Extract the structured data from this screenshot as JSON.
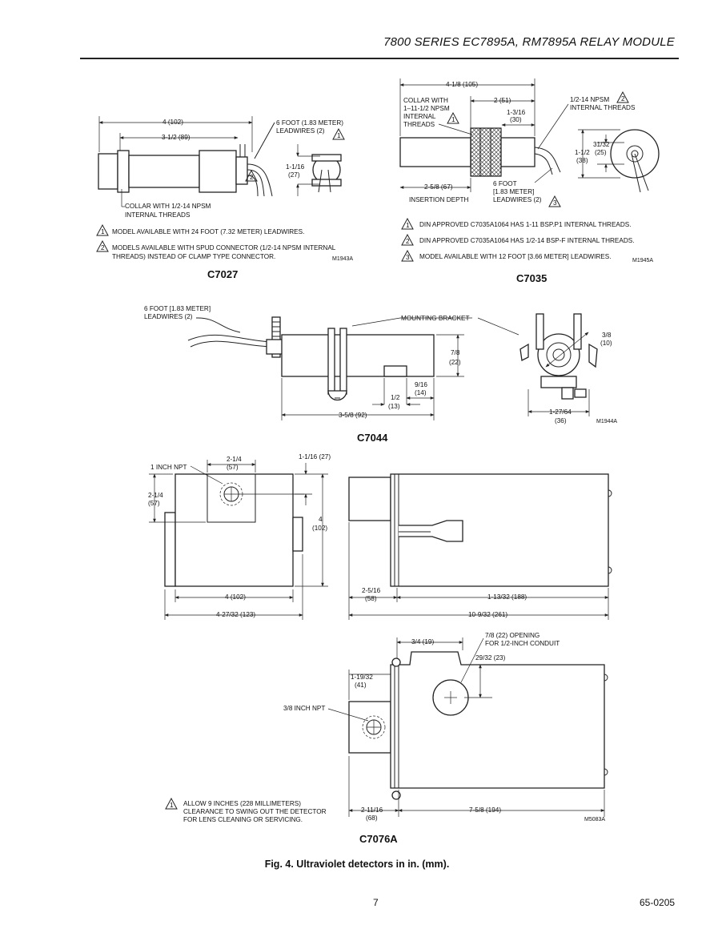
{
  "header": {
    "title": "7800 SERIES EC7895A, RM7895A RELAY MODULE"
  },
  "c7027": {
    "label": "C7027",
    "dim_4": "4 (102)",
    "dim_3_1_2": "3-1/2 (89)",
    "leadwires_1": "6 FOOT (1.83 METER)",
    "leadwires_2": "LEADWIRES (2)",
    "dim_1_1_16": "1-1/16",
    "dim_27": "(27)",
    "collar_1": "COLLAR WITH 1/2-14 NPSM",
    "collar_2": "INTERNAL THREADS",
    "note1": "MODEL AVAILABLE WITH 24 FOOT (7.32 METER) LEADWIRES.",
    "note2_1": "MODELS AVAILABLE WITH SPUD CONNECTOR (1/2-14 NPSM INTERNAL",
    "note2_2": "THREADS) INSTEAD OF CLAMP TYPE CONNECTOR.",
    "code": "M1943A"
  },
  "c7035": {
    "label": "C7035",
    "dim_4_1_8": "4-1/8 (105)",
    "dim_2": "2 (51)",
    "dim_1_3_16": "1-3/16",
    "dim_30": "(30)",
    "collar_1": "COLLAR WITH",
    "collar_2": "1–11-1/2 NPSM",
    "collar_3": "INTERNAL",
    "collar_4": "THREADS",
    "npsm_1": "1/2-14 NPSM",
    "npsm_2": "INTERNAL THREADS",
    "dim_31_32": "31/32",
    "dim_25": "(25)",
    "dim_1_1_2": "1-1/2",
    "dim_38": "(38)",
    "dim_2_5_8": "2-5/8 (67)",
    "insertion": "INSERTION DEPTH",
    "foot_1": "6 FOOT",
    "foot_2": "[1.83 METER]",
    "foot_3": "LEADWIRES (2)",
    "note1": "DIN APPROVED C7035A1064 HAS 1-11 BSP.P1 INTERNAL THREADS.",
    "note2": "DIN APPROVED C7035A1064 HAS 1/2-14 BSP-F INTERNAL THREADS.",
    "note3": "MODEL AVAILABLE WITH 12 FOOT [3.66 METER] LEADWIRES.",
    "code": "M1945A"
  },
  "c7044": {
    "label": "C7044",
    "foot_1": "6 FOOT [1.83 METER]",
    "foot_2": "LEADWIRES (2)",
    "bracket": "MOUNTING BRACKET",
    "dim_7_8": "7/8",
    "dim_22": "(22)",
    "dim_9_16": "9/16",
    "dim_14": "(14)",
    "dim_1_2": "1/2",
    "dim_13": "(13)",
    "dim_3_5_8": "3-5/8 (92)",
    "dim_3_8": "3/8",
    "dim_10": "(10)",
    "dim_1_27_64": "1-27/64",
    "dim_36": "(36)",
    "code": "M1944A"
  },
  "c7076a": {
    "label": "C7076A",
    "npt1": "1 INCH NPT",
    "dim_2_1_4a": "2-1/4",
    "dim_57a": "(57)",
    "dim_2_1_4b": "2-1/4",
    "dim_57b": "(57)",
    "dim_1_1_16": "1-1/16 (27)",
    "dim_4v": "4",
    "dim_102v": "(102)",
    "dim_4h": "4 (102)",
    "dim_4_27_32": "4-27/32 (123)",
    "dim_2_5_16": "2-5/16",
    "dim_58": "(58)",
    "dim_1_13_32": "1-13/32 (188)",
    "dim_10_9_32": "10-9/32 (261)",
    "dim_3_4": "3/4 (19)",
    "opening_1": "7/8 (22) OPENING",
    "opening_2": "FOR 1/2-INCH CONDUIT",
    "dim_29_32": "29/32 (23)",
    "dim_1_19_32": "1-19/32",
    "dim_41": "(41)",
    "npt38": "3/8 INCH NPT",
    "note_1": "ALLOW 9 INCHES (228 MILLIMETERS)",
    "note_2": "CLEARANCE TO SWING OUT THE DETECTOR",
    "note_3": "FOR LENS CLEANING OR SERVICING.",
    "dim_2_11_16": "2-11/16",
    "dim_68": "(68)",
    "dim_7_5_8": "7-5/8 (194)",
    "code": "M5083A"
  },
  "caption": "Fig. 4. Ultraviolet detectors in in. (mm).",
  "footer": {
    "page": "7",
    "doc": "65-0205"
  },
  "note_numbers": [
    "1",
    "2",
    "3"
  ]
}
